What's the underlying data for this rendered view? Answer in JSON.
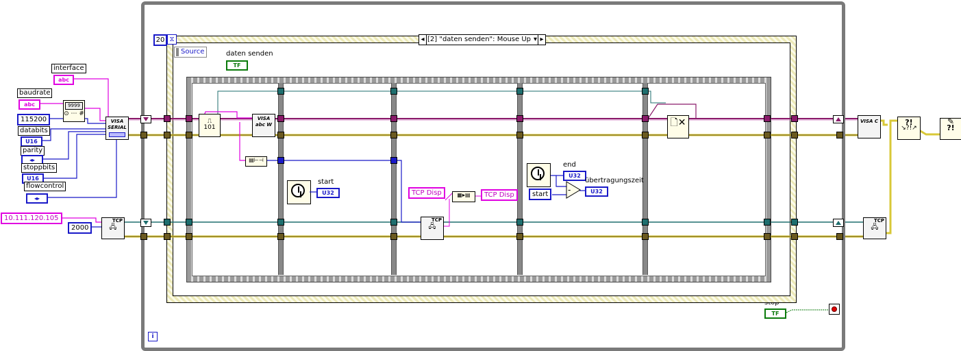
{
  "while_loop": {
    "iteration_terminal": "i",
    "stop_label": "stop",
    "stop_terminal": "TF"
  },
  "event_structure": {
    "timeout_constant": "20",
    "case_selector": "[2] \"daten senden\": Mouse Up",
    "event_data_node": "Source"
  },
  "controls_left": {
    "interface_label": "interface",
    "interface_terminal": "abc",
    "baudrate_label": "baudrate",
    "baudrate_terminal": "abc",
    "baud_constant": "115200",
    "databits_label": "databits",
    "databits_terminal": "U16",
    "parity_label": "parity",
    "parity_terminal": "◂▸",
    "stopbits_label": "stoppbits",
    "stopbits_terminal": "U16",
    "flowcontrol_label": "flowcontrol",
    "flowcontrol_terminal": "◂▸",
    "ip_constant": "10.111.120.105",
    "port_constant": "2000"
  },
  "event_case": {
    "daten_senden_label": "daten senden",
    "daten_senden_terminal": "TF",
    "start_label": "start",
    "start_terminal": "U32",
    "tcp_disp_left": "TCP Disp",
    "tcp_disp_right": "TCP Disp",
    "end_label": "end",
    "end_terminal": "U32",
    "start_constant": "start",
    "transfer_label": "übertragungszeit",
    "transfer_terminal": "U32",
    "subtract_symbol": "-"
  },
  "nodes": {
    "visa_serial": "VISA SERIAL",
    "visa_write": "VISA abc W",
    "visa_close": "VISA C",
    "tcp_open": "TCP",
    "tcp_write": "TCP",
    "tcp_close": "TCP",
    "format_node": "9999",
    "error_merge": "?!",
    "error_dialog": "?!"
  },
  "colors": {
    "string_wire": "#e000e0",
    "numeric_wire": "#1919c8",
    "boolean_wire": "#0a7a0a",
    "error_wire": "#d8c838",
    "visa_ref_wire": "#8a1a6a",
    "tcp_ref_wire": "#1e6e6e",
    "loop_border": "#7a7a7a"
  }
}
